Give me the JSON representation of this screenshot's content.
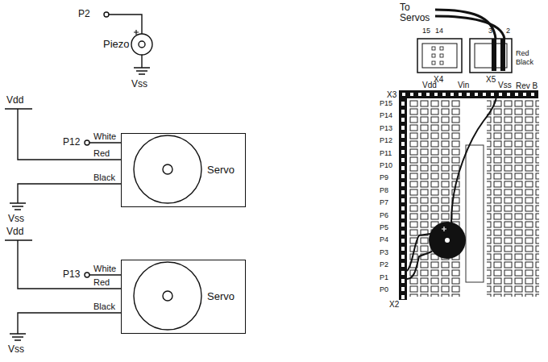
{
  "diagram": {
    "nodes": [
      {
        "text": [
          "Piezo"
        ]
      },
      {
        "text": [
          "Servo"
        ]
      },
      {
        "text": [
          "Servo"
        ]
      }
    ],
    "labels": [
      "P2",
      "Vss",
      "Vdd",
      "P12",
      "White",
      "Red",
      "Black",
      "Vss",
      "Vdd",
      "P13",
      "White",
      "Red",
      "Black",
      "Vss",
      "To Servos",
      "15",
      "14",
      "3",
      "2",
      "Red",
      "Black",
      "X4",
      "X5",
      "Rev B",
      "Vdd",
      "Vin",
      "Vss",
      "X3",
      "P15",
      "P14",
      "P13",
      "P12",
      "P11",
      "P10",
      "P9",
      "P8",
      "P7",
      "P6",
      "P5",
      "P4",
      "P3",
      "P2",
      "P1",
      "P0",
      "X2"
    ]
  }
}
